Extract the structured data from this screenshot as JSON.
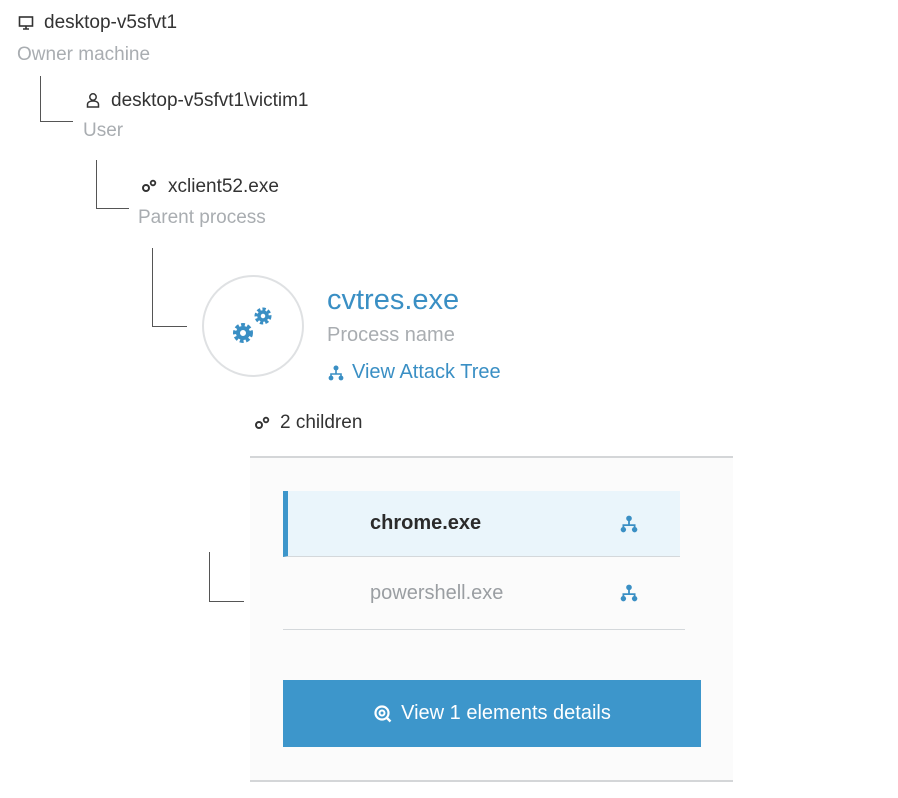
{
  "machine": {
    "name": "desktop-v5sfvt1",
    "label": "Owner machine",
    "icon": "monitor-icon"
  },
  "user": {
    "name": "desktop-v5sfvt1\\victim1",
    "label": "User",
    "icon": "user-icon"
  },
  "parent": {
    "name": "xclient52.exe",
    "label": "Parent process",
    "icon": "gears-icon"
  },
  "process": {
    "name": "cvtres.exe",
    "label": "Process name",
    "attack_tree_link": "View Attack Tree"
  },
  "children": {
    "count_label": "2 children",
    "items": [
      {
        "name": "chrome.exe",
        "selected": true
      },
      {
        "name": "powershell.exe",
        "selected": false
      }
    ],
    "details_button": "View 1 elements details"
  },
  "colors": {
    "accent": "#3d96cb",
    "selected_bg": "#eaf5fb"
  }
}
